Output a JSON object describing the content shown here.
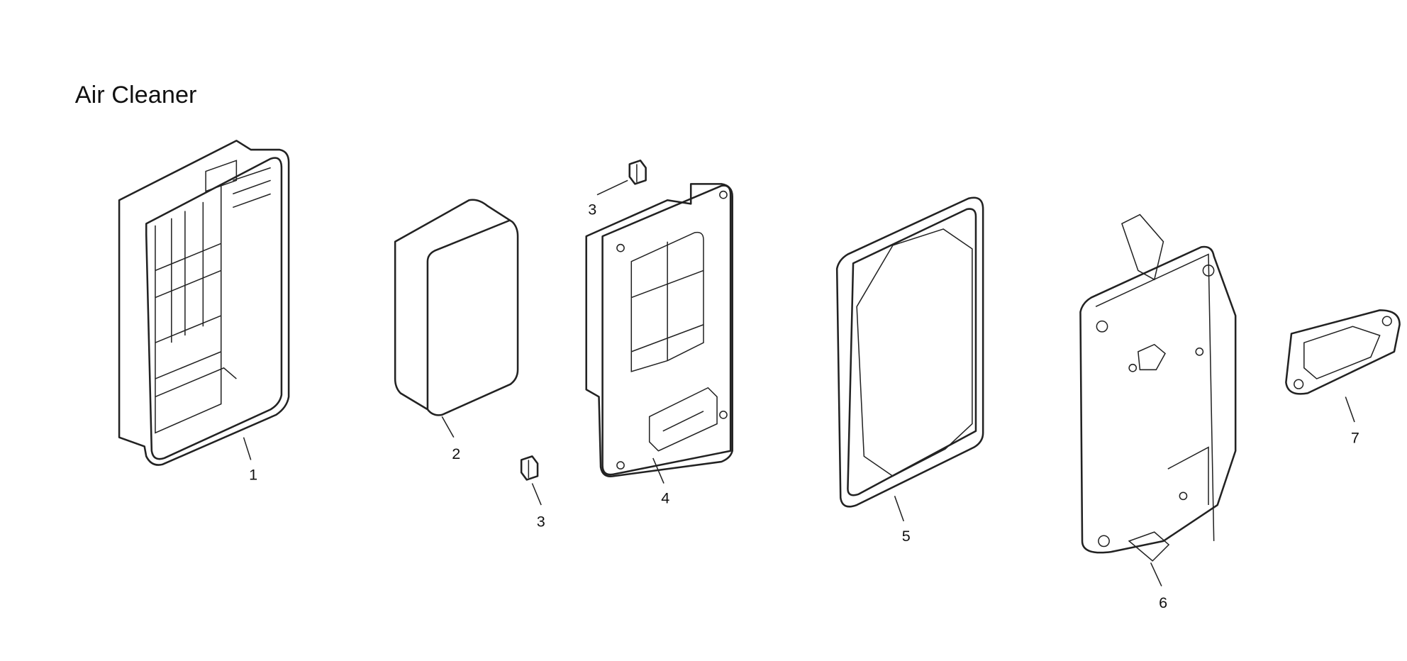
{
  "title": "Air Cleaner",
  "parts": [
    {
      "label": "1"
    },
    {
      "label": "2"
    },
    {
      "label": "3"
    },
    {
      "label": "3"
    },
    {
      "label": "4"
    },
    {
      "label": "5"
    },
    {
      "label": "6"
    },
    {
      "label": "7"
    }
  ]
}
